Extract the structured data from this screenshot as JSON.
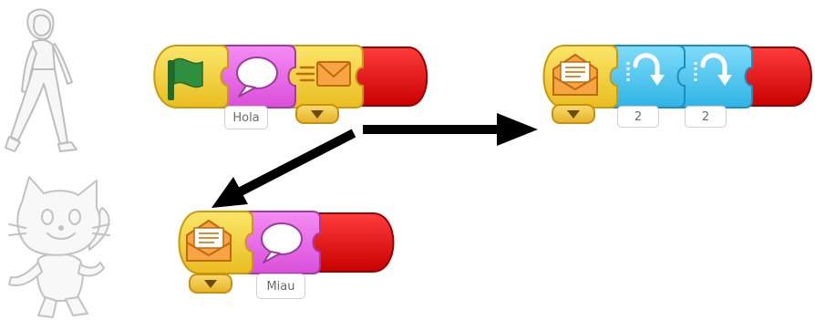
{
  "sprites": [
    {
      "name": "girl",
      "icon": "girl-walking-icon"
    },
    {
      "name": "cat",
      "icon": "cat-icon"
    }
  ],
  "scripts": {
    "girl": {
      "blocks": [
        {
          "type": "green-flag-trigger",
          "color": "#f6d53b",
          "icon": "green-flag-icon"
        },
        {
          "type": "say",
          "color": "#e86ae8",
          "icon": "speech-bubble-icon",
          "value": "Hola"
        },
        {
          "type": "send-message",
          "color": "#f6d53b",
          "icon": "envelope-send-icon"
        },
        {
          "type": "end",
          "color": "#e01818"
        }
      ]
    },
    "cat": {
      "blocks": [
        {
          "type": "on-message-trigger",
          "color": "#f6d53b",
          "icon": "envelope-open-icon"
        },
        {
          "type": "say",
          "color": "#e86ae8",
          "icon": "speech-bubble-icon",
          "value": "Miau"
        },
        {
          "type": "end",
          "color": "#e01818"
        }
      ]
    },
    "third": {
      "blocks": [
        {
          "type": "on-message-trigger",
          "color": "#f6d53b",
          "icon": "envelope-open-icon"
        },
        {
          "type": "hop",
          "color": "#3fc6f0",
          "icon": "hop-up-icon",
          "value": "2"
        },
        {
          "type": "hop",
          "color": "#3fc6f0",
          "icon": "hop-up-icon",
          "value": "2"
        },
        {
          "type": "end",
          "color": "#e01818"
        }
      ]
    }
  },
  "arrows": [
    {
      "from": "send-message-block",
      "to": "third-script"
    },
    {
      "from": "send-message-block",
      "to": "cat-script"
    }
  ]
}
